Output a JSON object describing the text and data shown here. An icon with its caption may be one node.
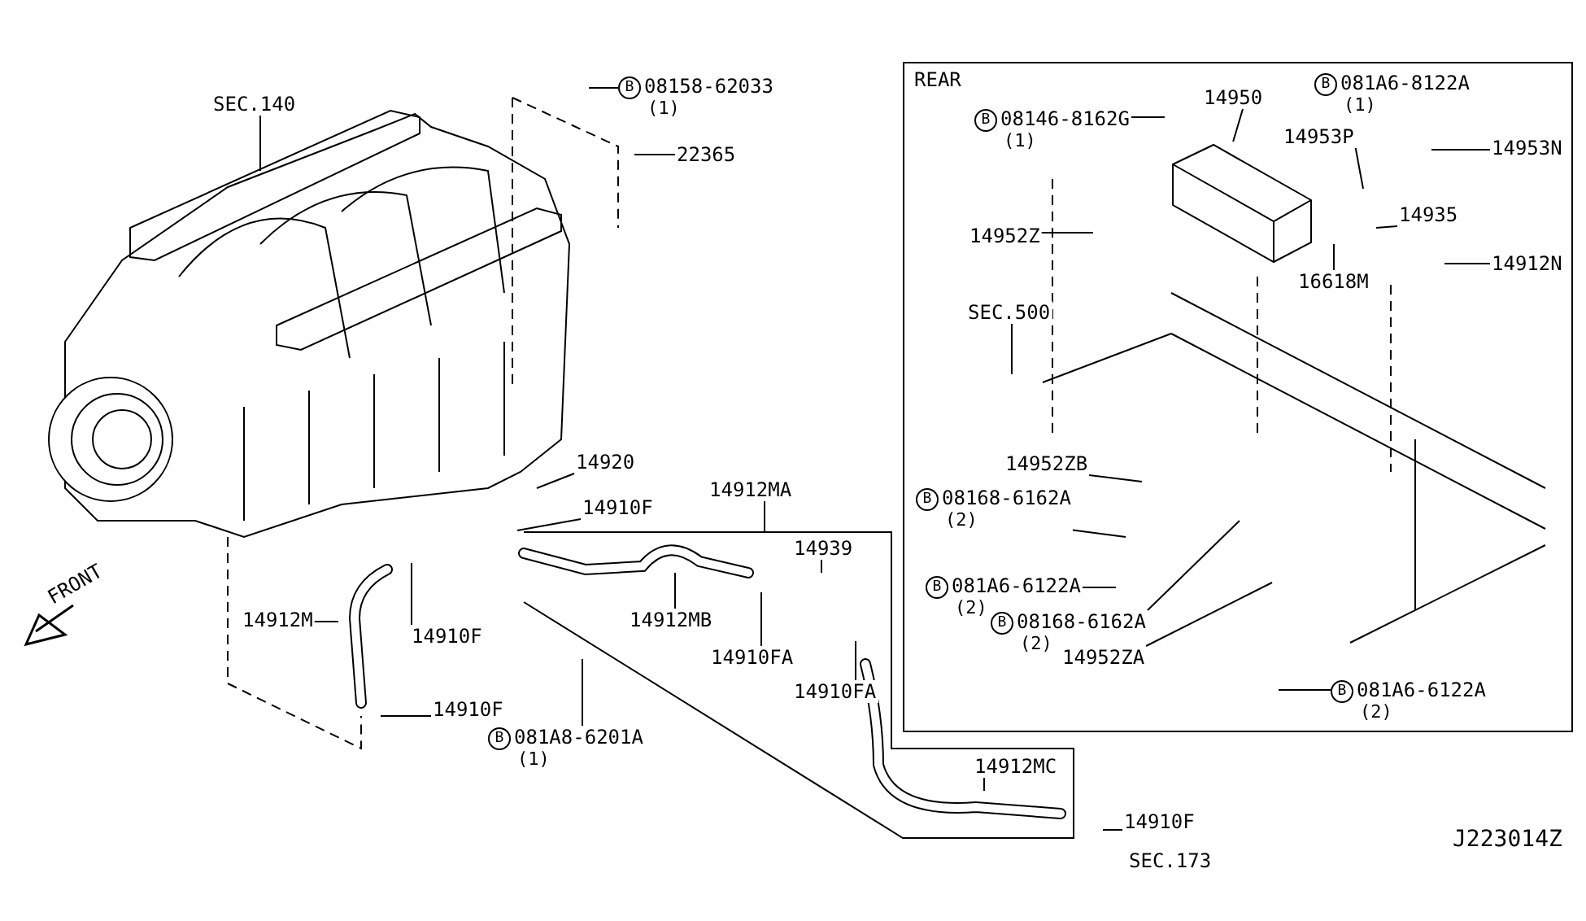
{
  "diagram": {
    "nodes": [
      {
        "text": [
          "SEC.140"
        ]
      },
      {
        "text": [
          "B",
          "08158-62033",
          "(1)"
        ]
      },
      {
        "text": [
          "22365"
        ]
      },
      {
        "text": [
          "14920"
        ]
      },
      {
        "text": [
          "14910F"
        ]
      },
      {
        "text": [
          "14912MA"
        ]
      },
      {
        "text": [
          "14939"
        ]
      },
      {
        "text": [
          "14912M"
        ]
      },
      {
        "text": [
          "14910F"
        ]
      },
      {
        "text": [
          "14912MB"
        ]
      },
      {
        "text": [
          "14910FA"
        ]
      },
      {
        "text": [
          "14910FA"
        ]
      },
      {
        "text": [
          "14910F"
        ]
      },
      {
        "text": [
          "B",
          "081A8-6201A",
          "(1)"
        ]
      },
      {
        "text": [
          "14912MC"
        ]
      },
      {
        "text": [
          "14910F"
        ]
      },
      {
        "text": [
          "SEC.173"
        ]
      },
      {
        "text": [
          "REAR"
        ]
      },
      {
        "text": [
          "B",
          "08146-8162G",
          "(1)"
        ],
        "in": 17
      },
      {
        "text": [
          "14950"
        ],
        "in": 17
      },
      {
        "text": [
          "B",
          "081A6-8122A",
          "(1)"
        ],
        "in": 17
      },
      {
        "text": [
          "14953P"
        ],
        "in": 17
      },
      {
        "text": [
          "14953N"
        ],
        "in": 17
      },
      {
        "text": [
          "14952Z"
        ],
        "in": 17
      },
      {
        "text": [
          "14935"
        ],
        "in": 17
      },
      {
        "text": [
          "14912N"
        ],
        "in": 17
      },
      {
        "text": [
          "16618M"
        ],
        "in": 17
      },
      {
        "text": [
          "SEC.500"
        ],
        "in": 17
      },
      {
        "text": [
          "14952ZB"
        ],
        "in": 17
      },
      {
        "text": [
          "B",
          "08168-6162A",
          "(2)"
        ],
        "in": 17
      },
      {
        "text": [
          "B",
          "081A6-6122A",
          "(2)"
        ],
        "in": 17
      },
      {
        "text": [
          "B",
          "08168-6162A",
          "(2)"
        ],
        "in": 17
      },
      {
        "text": [
          "14952ZA"
        ],
        "in": 17
      },
      {
        "text": [
          "B",
          "081A6-6122A",
          "(2)"
        ],
        "in": 17
      },
      {
        "text": [],
        "shape": "box",
        "in": 17
      }
    ],
    "edges": [
      {
        "from": 0,
        "to": null,
        "arrow": "none"
      },
      {
        "from": 1,
        "to": null,
        "arrow": "none"
      },
      {
        "from": 2,
        "to": null,
        "arrow": "none"
      },
      {
        "from": 3,
        "to": null,
        "arrow": "none"
      },
      {
        "from": 4,
        "to": null,
        "arrow": "none"
      },
      {
        "from": 5,
        "to": null,
        "arrow": "none"
      },
      {
        "from": 6,
        "to": null,
        "arrow": "none"
      },
      {
        "from": 7,
        "to": null,
        "arrow": "none"
      },
      {
        "from": 8,
        "to": null,
        "arrow": "none"
      },
      {
        "from": 9,
        "to": null,
        "arrow": "none"
      },
      {
        "from": 10,
        "to": null,
        "arrow": "none"
      },
      {
        "from": 11,
        "to": null,
        "arrow": "none"
      },
      {
        "from": 12,
        "to": null,
        "arrow": "none"
      },
      {
        "from": 13,
        "to": null,
        "arrow": "none"
      },
      {
        "from": 14,
        "to": null,
        "arrow": "none"
      },
      {
        "from": 15,
        "to": null,
        "arrow": "none"
      },
      {
        "from": 18,
        "to": null,
        "arrow": "none"
      },
      {
        "from": 19,
        "to": 34,
        "arrow": "none"
      },
      {
        "from": 21,
        "to": null,
        "arrow": "none"
      },
      {
        "from": 22,
        "to": null,
        "arrow": "none"
      },
      {
        "from": 23,
        "to": null,
        "arrow": "none"
      },
      {
        "from": 24,
        "to": null,
        "arrow": "none"
      },
      {
        "from": 25,
        "to": null,
        "arrow": "none"
      },
      {
        "from": 26,
        "to": null,
        "arrow": "none"
      },
      {
        "from": 27,
        "to": null,
        "arrow": "none"
      },
      {
        "from": 28,
        "to": null,
        "arrow": "none"
      },
      {
        "from": 29,
        "to": null,
        "arrow": "none"
      },
      {
        "from": 30,
        "to": null,
        "arrow": "none"
      },
      {
        "from": 31,
        "to": null,
        "arrow": "none"
      },
      {
        "from": 32,
        "to": null,
        "arrow": "none"
      },
      {
        "from": 33,
        "to": null,
        "arrow": "none"
      }
    ],
    "labels": [
      "FRONT",
      "J223014Z"
    ]
  }
}
